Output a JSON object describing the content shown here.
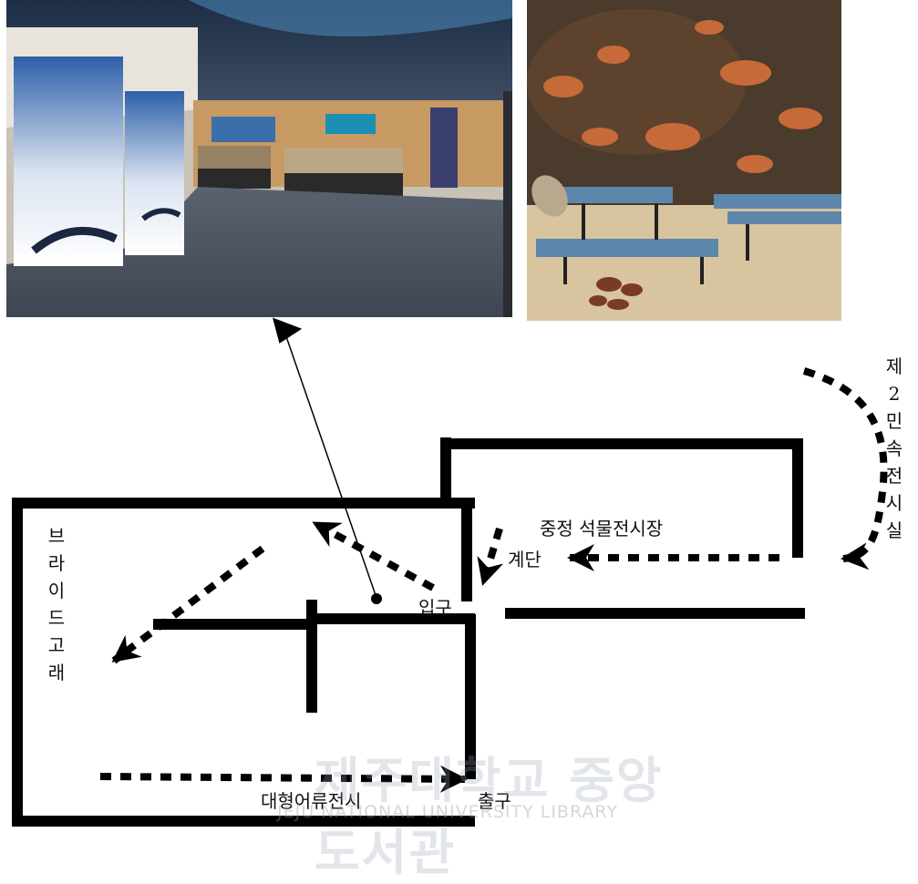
{
  "labels": {
    "bride_whale": "브\n라\n이\n드\n고\n래",
    "minerals_hall": "중정 석물전시장",
    "stairs": "계단",
    "entrance": "입구",
    "second_folk_room": "제\n2\n민\n속\n전\n시\n실",
    "large_fish": "대형어류전시",
    "exit": "출구"
  },
  "watermark": {
    "korean": "제주대학교 중앙도서관",
    "english": "JEJU NATIONAL UNIVERSITY LIBRARY"
  },
  "colors": {
    "wall": "#000000",
    "background": "#ffffff"
  }
}
